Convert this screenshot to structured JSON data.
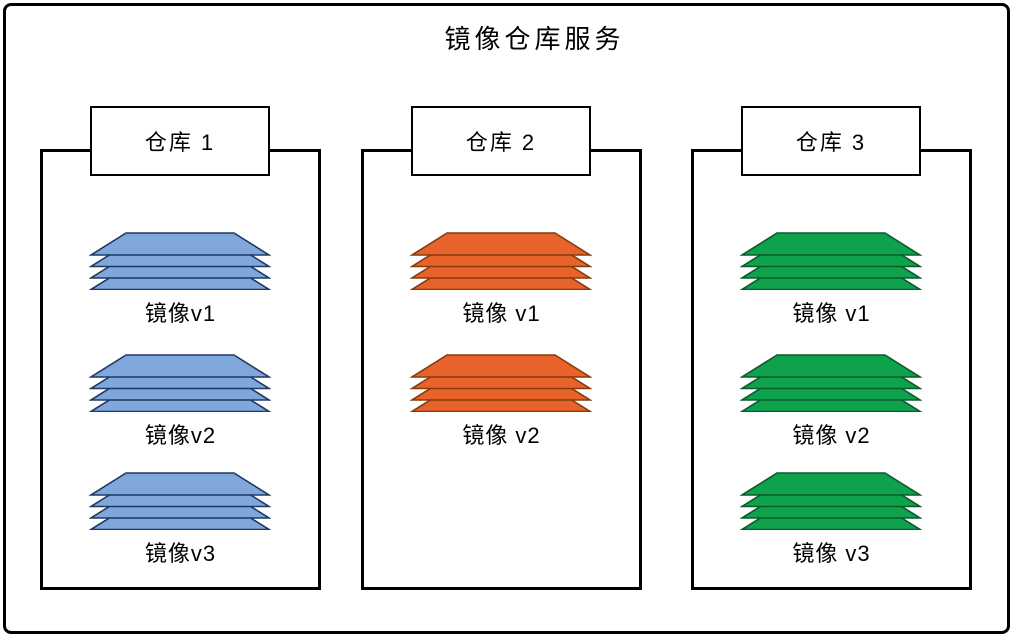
{
  "title": "镜像仓库服务",
  "colors": {
    "blue_fill": "#7FA7DB",
    "blue_stroke": "#1F3864",
    "orange_fill": "#E8632C",
    "orange_stroke": "#843C0B",
    "green_fill": "#0FA24D",
    "green_stroke": "#0B5B2D"
  },
  "repos": [
    {
      "name": "仓库 1",
      "color": "blue",
      "images": [
        "镜像v1",
        "镜像v2",
        "镜像v3"
      ]
    },
    {
      "name": "仓库 2",
      "color": "orange",
      "images": [
        "镜像 v1",
        "镜像 v2"
      ]
    },
    {
      "name": "仓库 3",
      "color": "green",
      "images": [
        "镜像 v1",
        "镜像 v2",
        "镜像 v3"
      ]
    }
  ]
}
